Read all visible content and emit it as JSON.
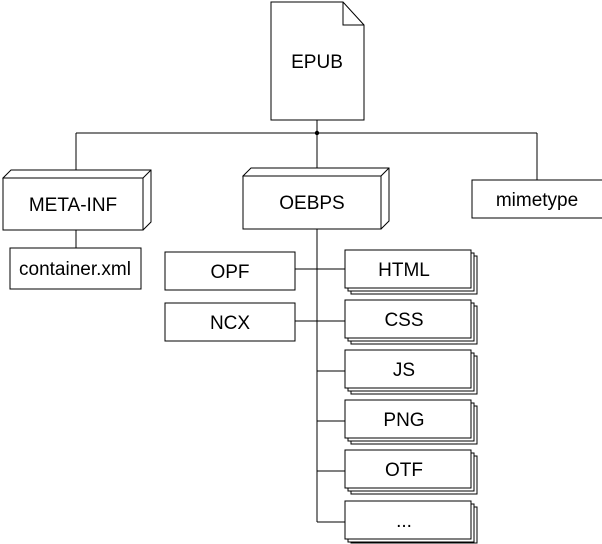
{
  "diagram": {
    "root": {
      "label": "EPUB"
    },
    "meta_inf": {
      "label": "META-INF"
    },
    "oebps": {
      "label": "OEBPS"
    },
    "mimetype": {
      "label": "mimetype"
    },
    "container": {
      "label": "container.xml"
    },
    "opf": {
      "label": "OPF"
    },
    "ncx": {
      "label": "NCX"
    },
    "resources": [
      {
        "label": "HTML"
      },
      {
        "label": "CSS"
      },
      {
        "label": "JS"
      },
      {
        "label": "PNG"
      },
      {
        "label": "OTF"
      },
      {
        "label": "..."
      }
    ]
  },
  "colors": {
    "stroke": "#000000",
    "fill": "#ffffff",
    "stack_edge": "#cccccc"
  }
}
